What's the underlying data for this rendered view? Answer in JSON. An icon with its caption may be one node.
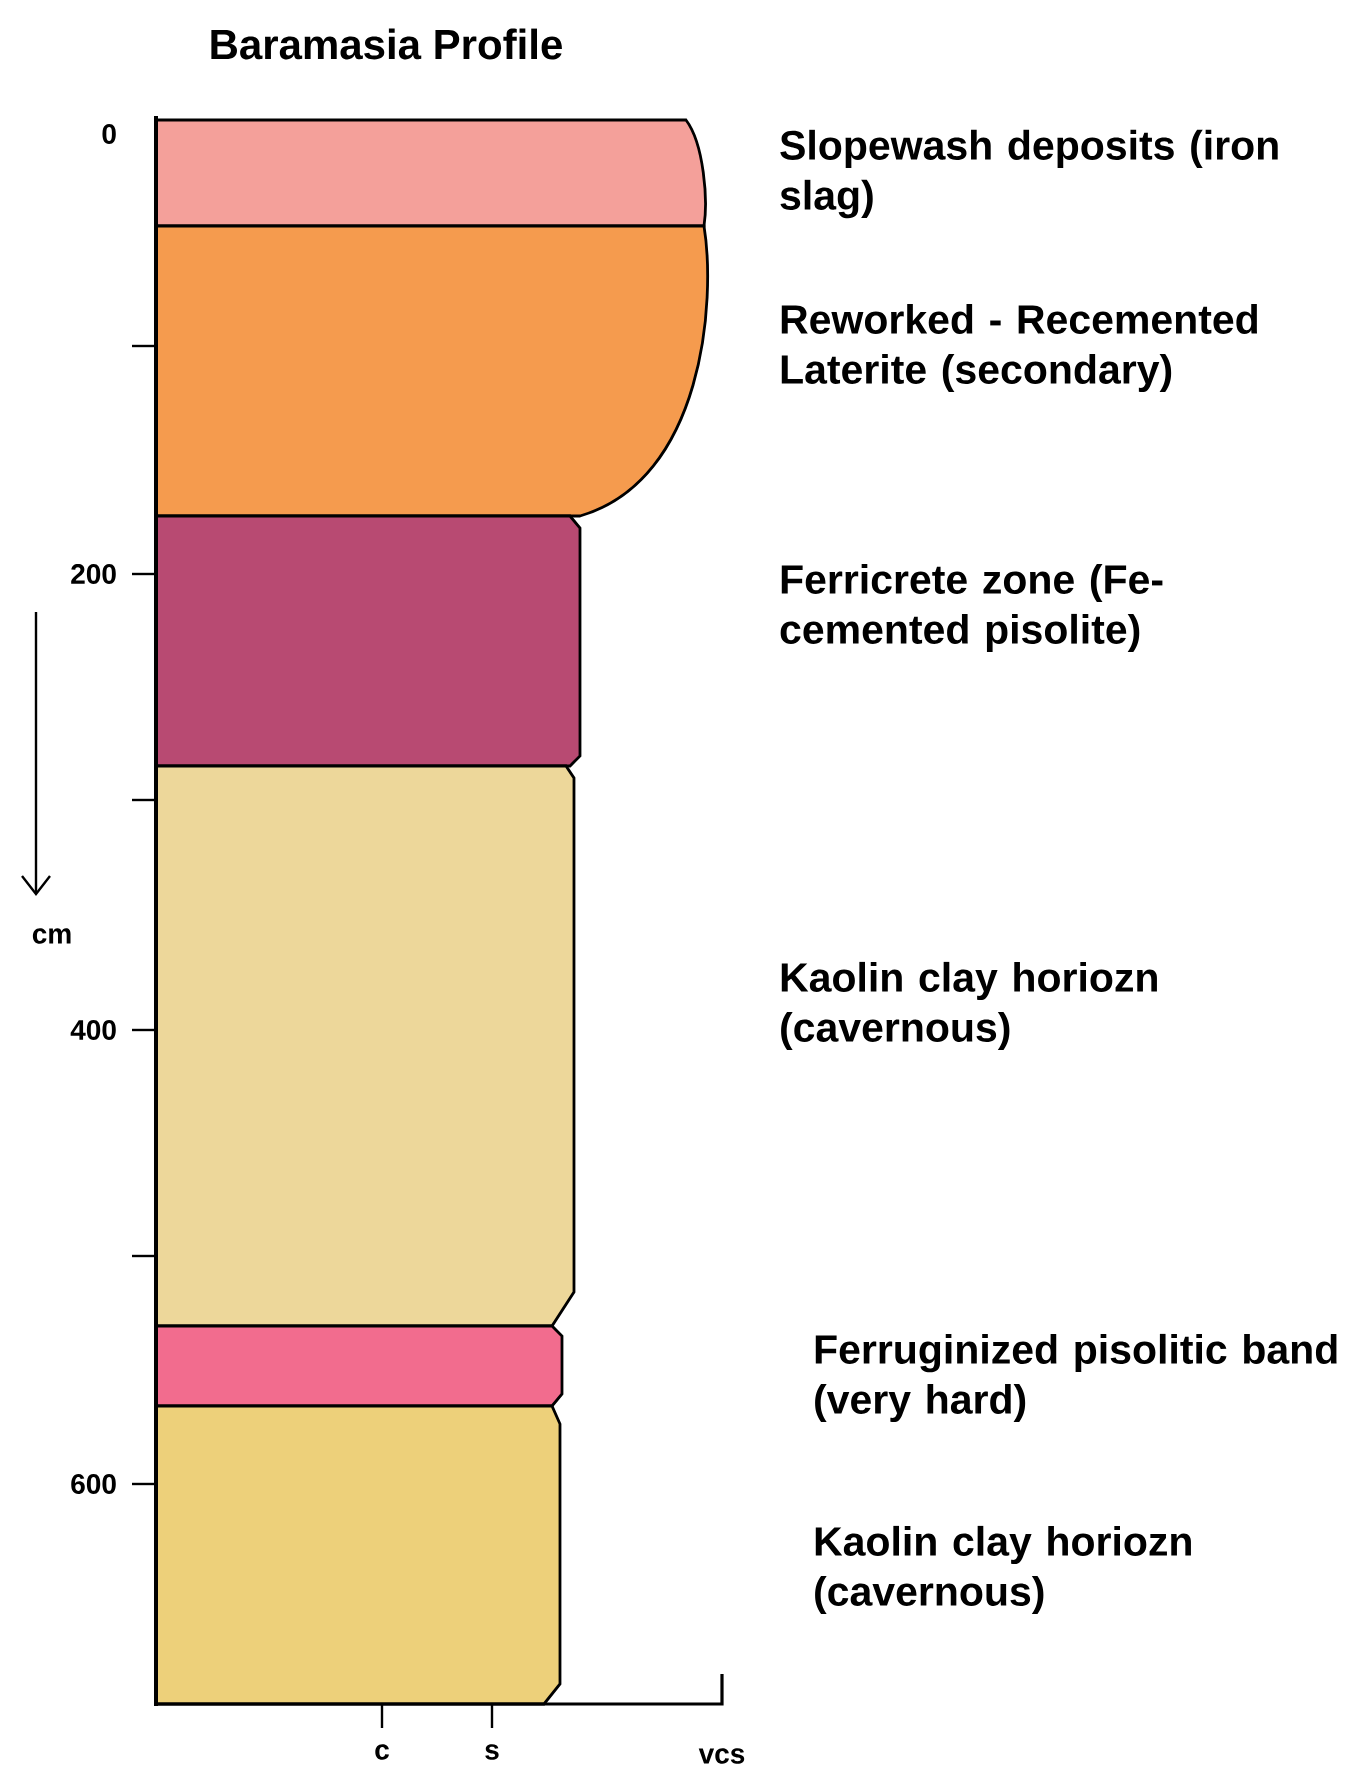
{
  "diagram": {
    "title": "Baramasia Profile",
    "labels": [
      "0",
      "Slopewash deposits (iron slag)",
      "Reworked - Recemented Laterite (secondary)",
      "200",
      "Ferricrete zone (Fe-cemented pisolite)",
      "cm",
      "Kaolin clay horiozn (cavernous)",
      "400",
      "Ferruginized pisolitic band (very hard)",
      "600",
      "Kaolin clay horiozn (cavernous)",
      "c",
      "s",
      "vcs"
    ]
  }
}
